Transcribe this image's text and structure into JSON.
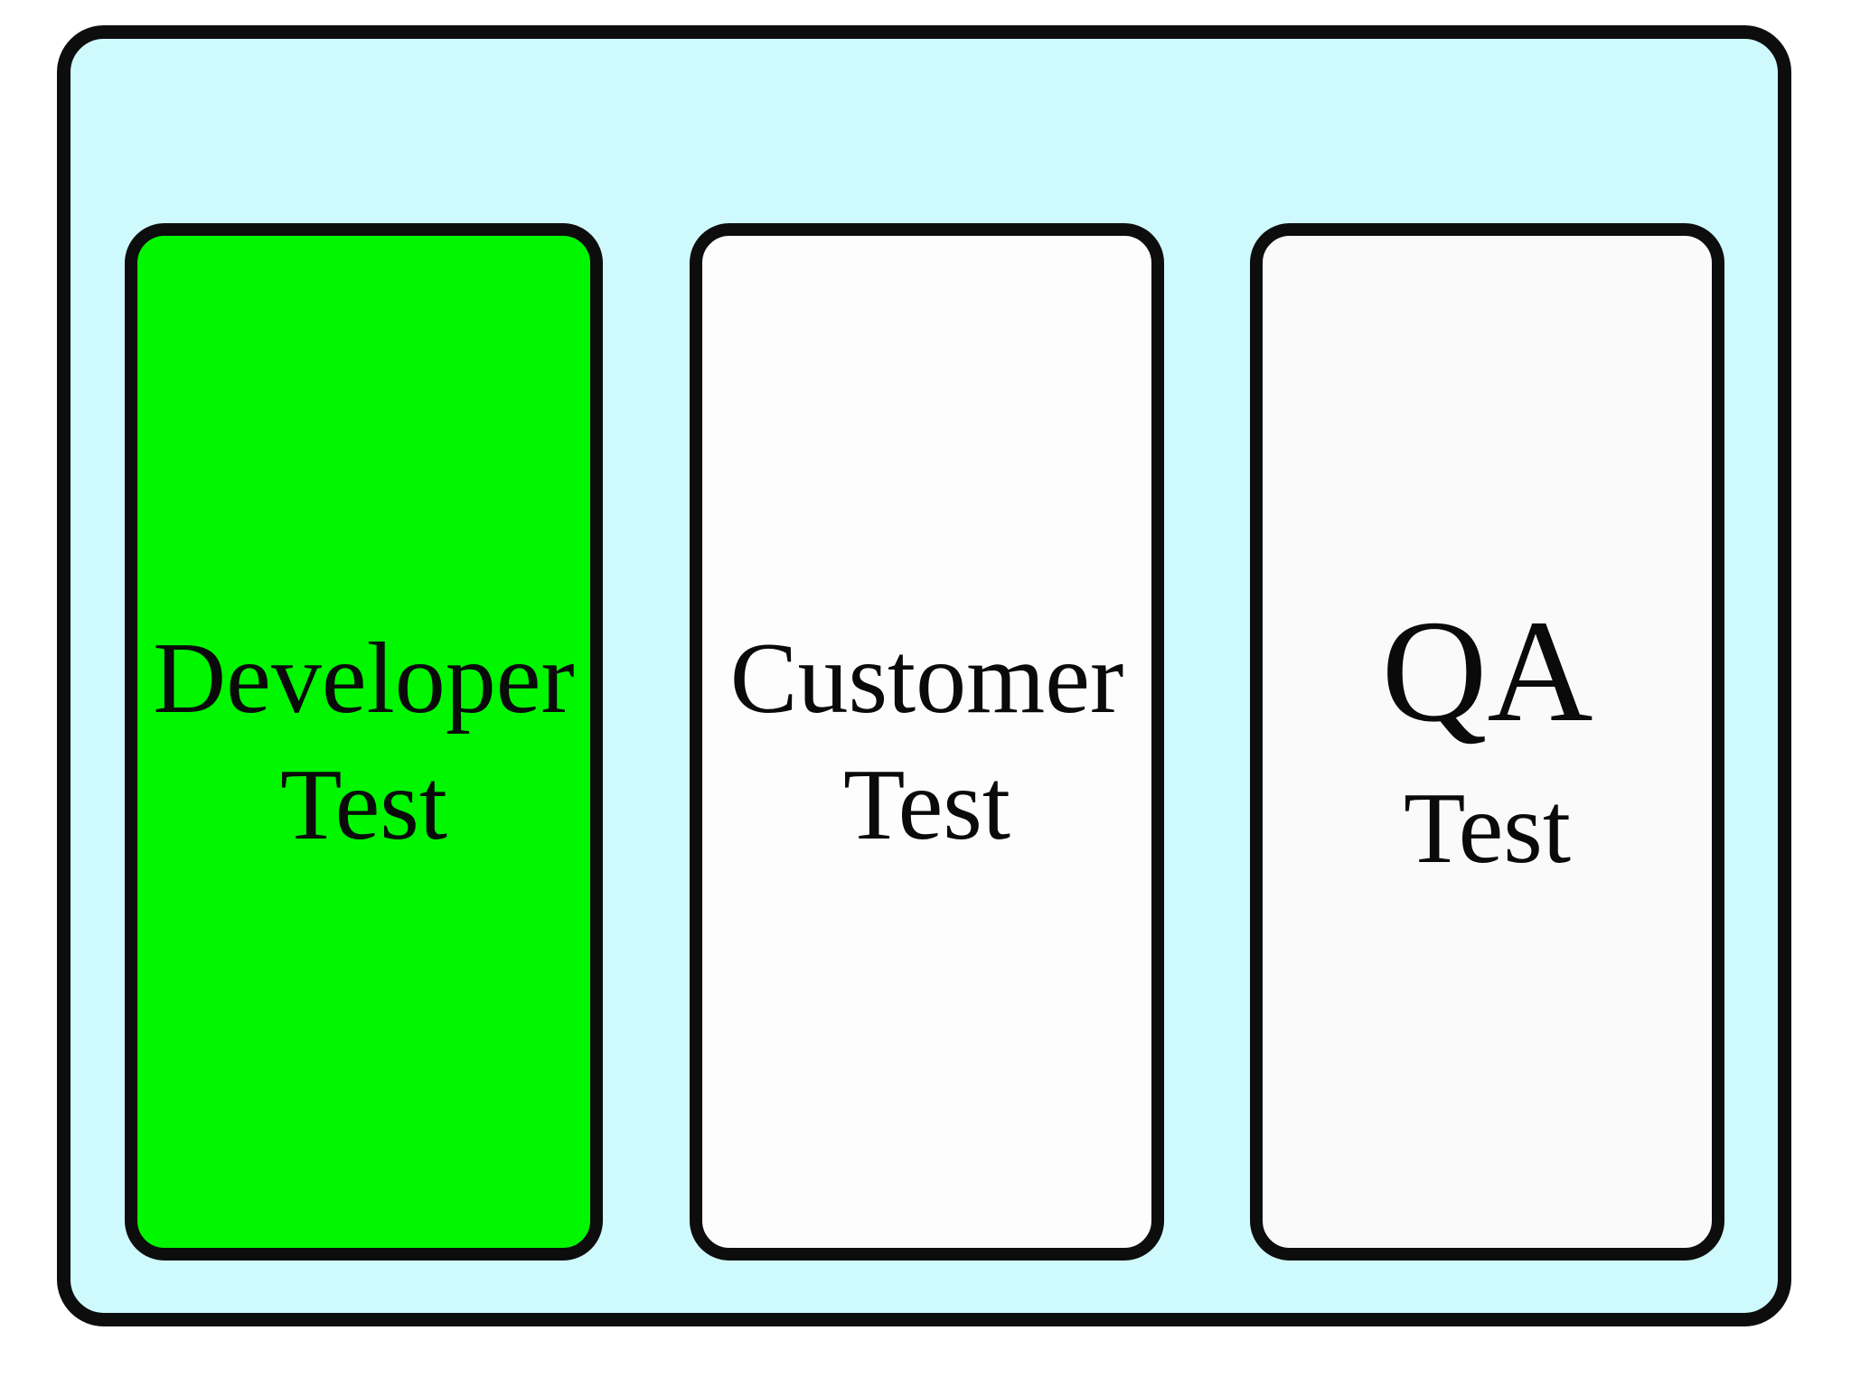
{
  "frame": {
    "background": "#cffafd",
    "border_color": "#0d0d0d"
  },
  "boxes": [
    {
      "label_line1": "Developer",
      "label_line2": "Test",
      "background": "#00f700",
      "text_color": "#0a0a0a"
    },
    {
      "label_line1": "Customer",
      "label_line2": "Test",
      "background": "#fdfdfd",
      "text_color": "#0a0a0a"
    },
    {
      "label_line1": "QA",
      "label_line2": "Test",
      "background": "#fafafa",
      "text_color": "#0a0a0a"
    }
  ]
}
